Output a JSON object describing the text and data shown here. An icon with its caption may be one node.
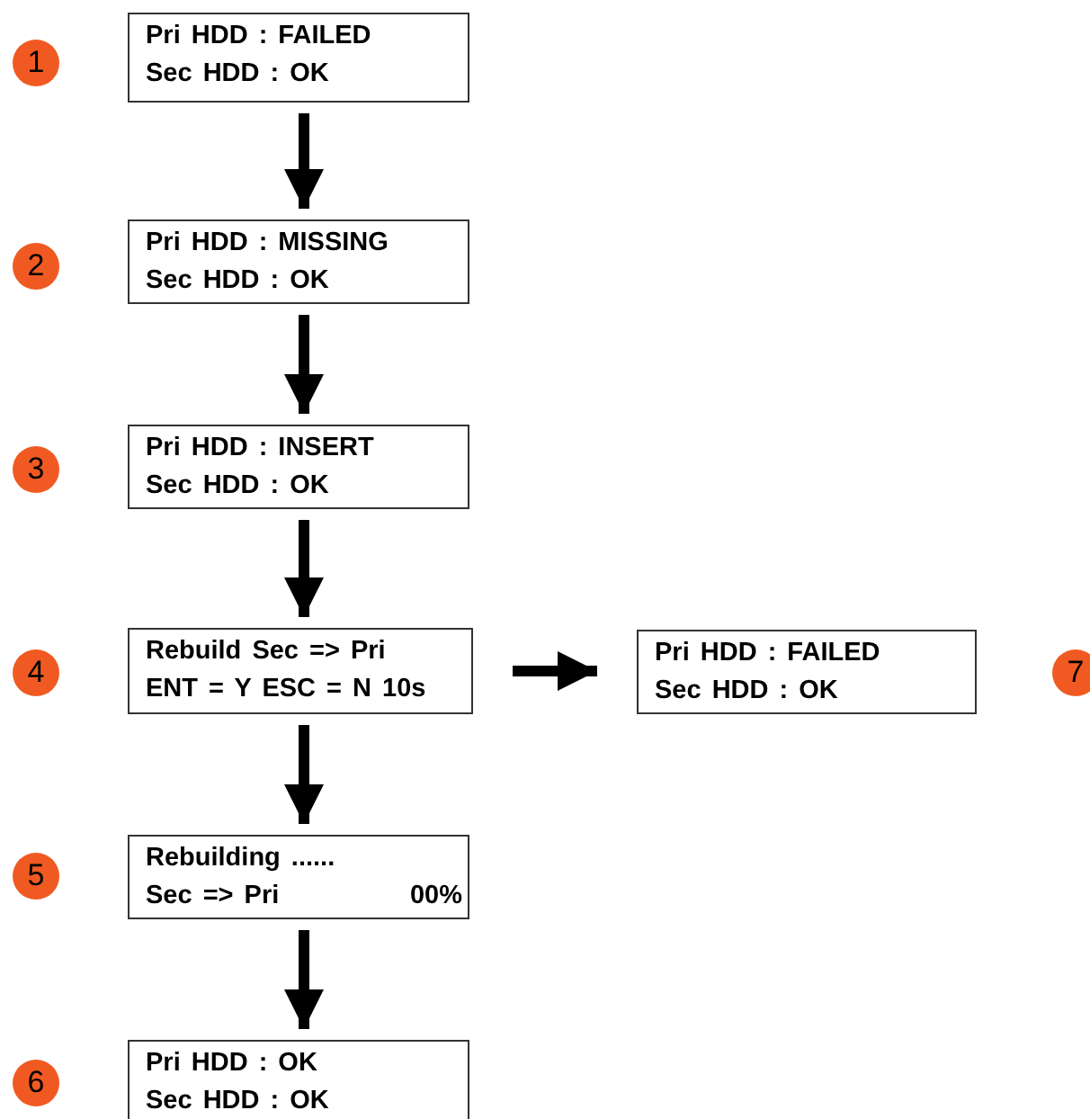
{
  "diagram": {
    "nodes": [
      {
        "text": [
          "Pri HDD : FAILED",
          "Sec HDD : OK"
        ],
        "beside": [
          "1"
        ]
      },
      {
        "text": [
          "Pri HDD : MISSING",
          "Sec HDD : OK"
        ],
        "beside": [
          "2"
        ]
      },
      {
        "text": [
          "Pri HDD : INSERT",
          "Sec HDD : OK"
        ],
        "beside": [
          "3"
        ]
      },
      {
        "text": [
          "Rebuild Sec => Pri",
          "ENT = Y ESC = N 10s"
        ],
        "beside": [
          "4"
        ]
      },
      {
        "text": [
          "Rebuilding ......",
          "Sec => Pri",
          "00%"
        ],
        "beside": [
          "5"
        ]
      },
      {
        "text": [
          "Pri HDD : OK",
          "Sec HDD : OK"
        ],
        "beside": [
          "6"
        ]
      },
      {
        "text": [
          "Pri HDD : FAILED",
          "Sec HDD : OK"
        ],
        "beside": [
          "7"
        ]
      }
    ],
    "edges": [
      {
        "from": 0,
        "to": 1,
        "arrow": "to"
      },
      {
        "from": 1,
        "to": 2,
        "arrow": "to"
      },
      {
        "from": 2,
        "to": 3,
        "arrow": "to"
      },
      {
        "from": 3,
        "to": 4,
        "arrow": "to"
      },
      {
        "from": 4,
        "to": 5,
        "arrow": "to"
      },
      {
        "from": 3,
        "to": 6,
        "arrow": "to"
      }
    ]
  }
}
